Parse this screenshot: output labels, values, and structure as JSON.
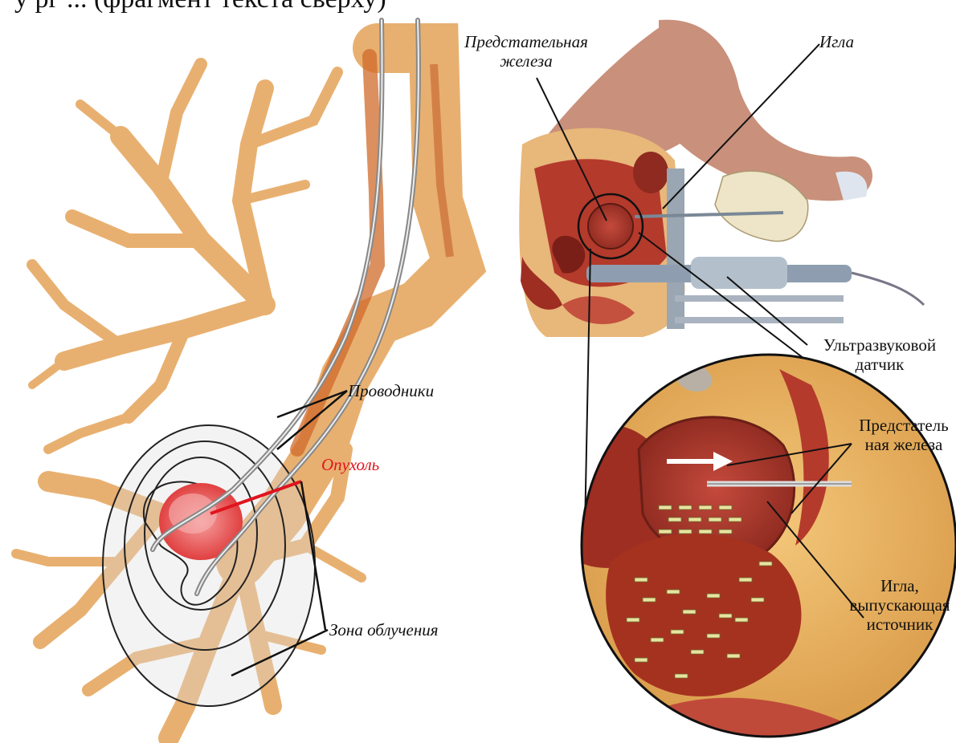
{
  "top_text": "у рг ... (фрагмент текста сверху)",
  "left_figure": {
    "label_conductors": "Проводники",
    "label_tumor": "Опухоль",
    "label_zone": "Зона облучения"
  },
  "right_figure": {
    "label_prostate_top_line1": "Предстательная",
    "label_prostate_top_line2": "железа",
    "label_needle_top": "Игла",
    "label_probe_line1": "Ультразвуковой",
    "label_probe_line2": "датчик",
    "label_prostate_inset_line1": "Предстатель",
    "label_prostate_inset_line2": "ная железа",
    "label_needle_inset_line1": "Игла,",
    "label_needle_inset_line2": "выпускающая",
    "label_needle_inset_line3": "источник"
  },
  "colors": {
    "tumor_label": "#e0141e",
    "bronchi": "#e8b070",
    "tissue": "#c0392b",
    "lines": "#111111"
  }
}
